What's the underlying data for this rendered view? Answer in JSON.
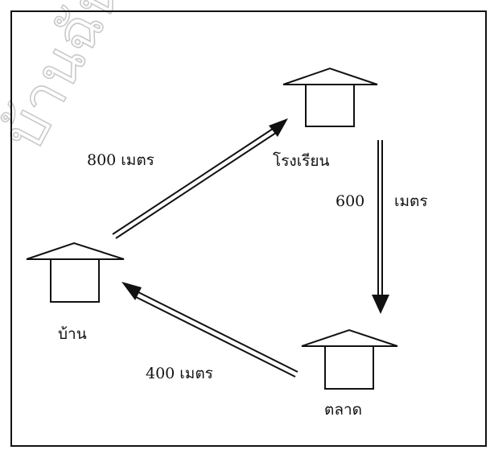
{
  "places": {
    "home": "บ้าน",
    "school": "โรงเรียน",
    "market": "ตลาด"
  },
  "distances": {
    "home_to_school": "800 เมตร",
    "school_to_market_value": "600",
    "school_to_market_unit": "เมตร",
    "market_to_home": "400 เมตร"
  },
  "watermark": "บ้านฉัน",
  "colors": {
    "ink": "#111111",
    "watermark": "#c9c9c9"
  }
}
